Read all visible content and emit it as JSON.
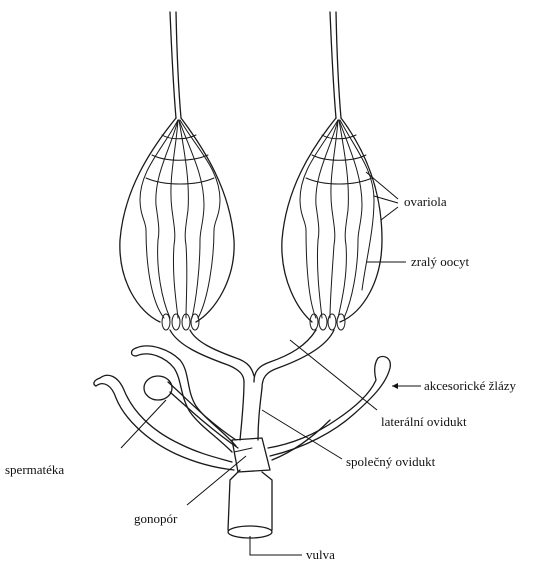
{
  "labels": {
    "ovariola": "ovariola",
    "zraly_oocyt": "zralý oocyt",
    "akcesoricke_zlazy": "akcesorické žlázy",
    "lateralni_ovidukt": "laterální ovidukt",
    "spolecny_ovidukt": "společný ovidukt",
    "spermateka": "spermatéka",
    "gonopor": "gonopór",
    "vulva": "vulva"
  }
}
